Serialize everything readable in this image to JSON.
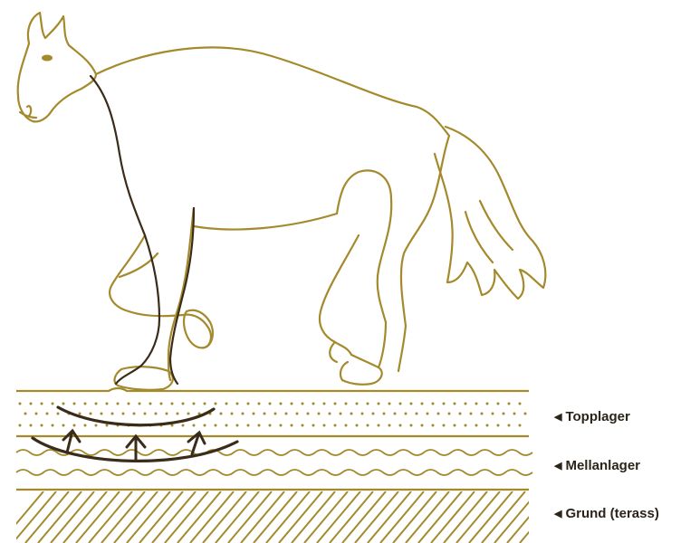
{
  "colors": {
    "gold": "#a48a2c",
    "dark_brown": "#3b2c1a",
    "label_text": "#2b2418"
  },
  "icons": {
    "label_pointer": "triangle-left-icon"
  },
  "layers": [
    {
      "id": "top",
      "label": "Topplager"
    },
    {
      "id": "mid",
      "label": "Mellanlager"
    },
    {
      "id": "base",
      "label": "Grund (terass)"
    }
  ]
}
